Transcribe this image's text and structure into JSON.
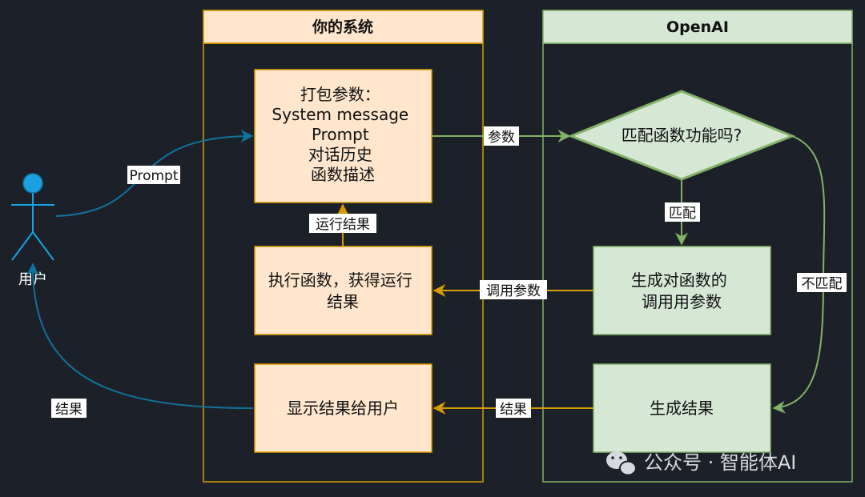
{
  "lanes": {
    "your_system": "你的系统",
    "openai": "OpenAI"
  },
  "actor": {
    "label": "用户"
  },
  "nodes": {
    "pack": [
      "打包参数：",
      "System message",
      "Prompt",
      "对话历史",
      "函数描述"
    ],
    "execute": [
      "执行函数，获得运行",
      "结果"
    ],
    "display": [
      "显示结果给用户"
    ],
    "match": [
      "匹配函数功能吗?"
    ],
    "gen_params": [
      "生成对函数的",
      "调用用参数"
    ],
    "gen_result": [
      "生成结果"
    ]
  },
  "edges": {
    "prompt": "Prompt",
    "params": "参数",
    "run_result": "运行结果",
    "call_params": "调用参数",
    "result_from_openai": "结果",
    "result_to_user": "结果",
    "matched": "匹配",
    "not_matched": "不匹配"
  },
  "watermark": "公众号 · 智能体AI",
  "colors": {
    "background": "#1c2129",
    "system_fill": "#ffe6cc",
    "system_border": "#d79b00",
    "openai_fill": "#d5e8d4",
    "openai_border": "#82b366",
    "user_arrow": "#10739e",
    "actor": "#1ba1e2"
  }
}
